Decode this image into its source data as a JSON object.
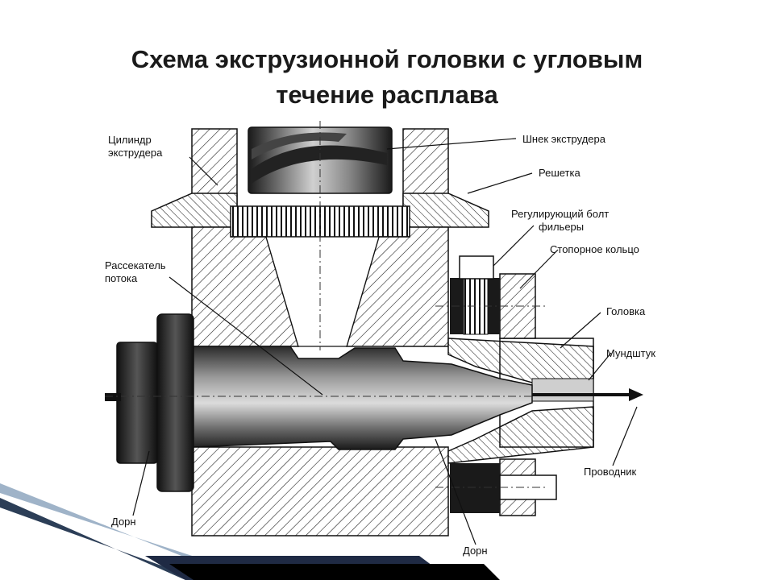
{
  "title": {
    "line1": "Схема экструзионной головки с угловым",
    "line2": "течение расплава"
  },
  "labels": {
    "cylinder_line1": "Цилиндр",
    "cylinder_line2": "экструдера",
    "screw": "Шнек экструдера",
    "grid": "Решетка",
    "bolt_line1": "Регулирующий болт",
    "bolt_line2": "фильеры",
    "ring": "Стопорное кольцо",
    "splitter_line1": "Рассекатель",
    "splitter_line2": "потока",
    "head": "Головка",
    "mouthpiece": "Мундштук",
    "conductor": "Проводник",
    "mandrel_left": "Дорн",
    "mandrel_bottom": "Дорн"
  },
  "colors": {
    "ink": "#111111",
    "accent_dark": "#1f2a44",
    "accent_light": "#9fb3c8"
  }
}
